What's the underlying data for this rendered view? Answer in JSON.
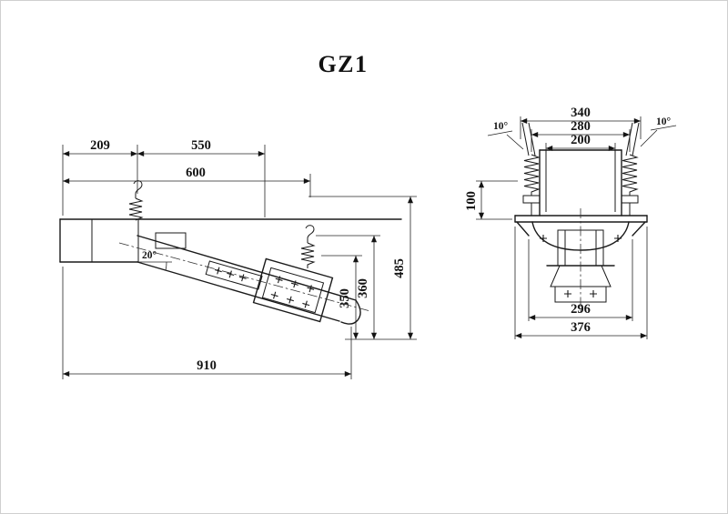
{
  "title": "GZ1",
  "side_view": {
    "dim_209": "209",
    "dim_550": "550",
    "dim_600": "600",
    "dim_910": "910",
    "dim_485": "485",
    "dim_360": "360",
    "dim_350": "350",
    "angle_20": "20°"
  },
  "front_view": {
    "dim_340": "340",
    "dim_280": "280",
    "dim_200": "200",
    "dim_100": "100",
    "dim_296": "296",
    "dim_376": "376",
    "angle_left": "10°",
    "angle_right": "10°"
  },
  "colors": {
    "line": "#1a1a1a",
    "background": "#ffffff",
    "border": "#cfcfcf"
  }
}
